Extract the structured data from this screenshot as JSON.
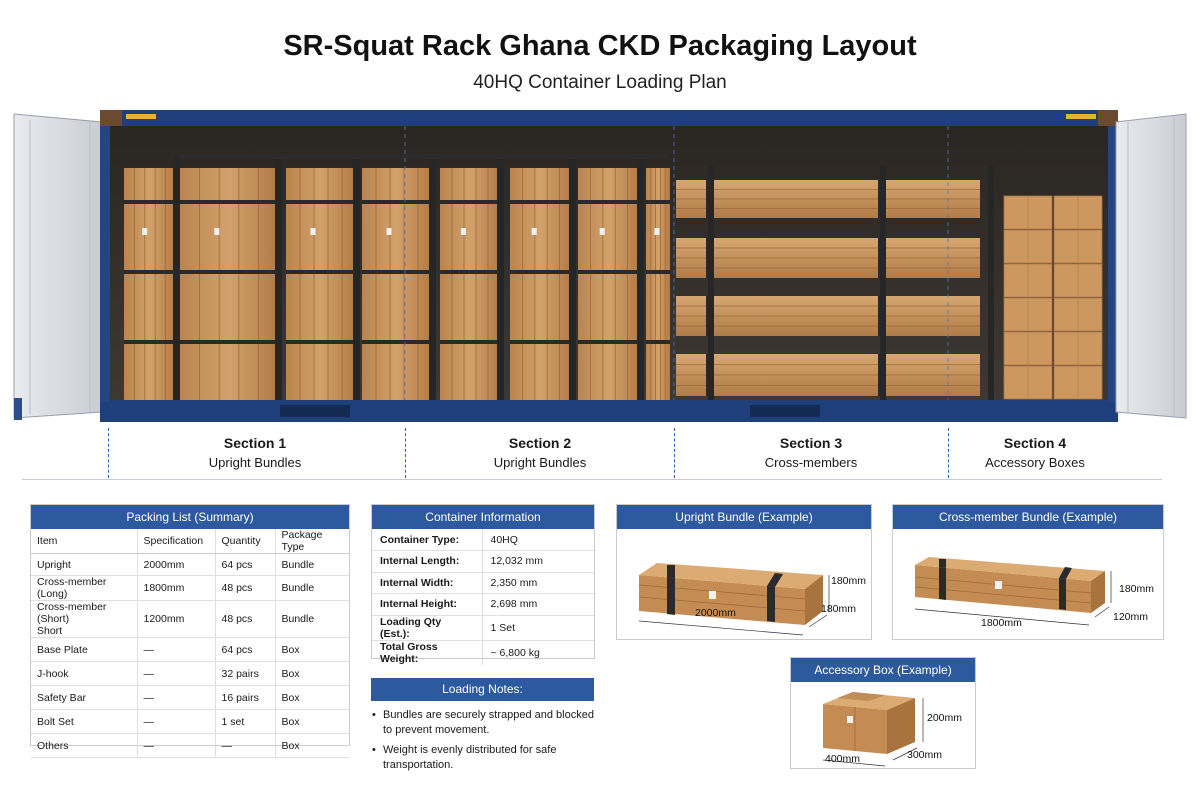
{
  "header": {
    "title": "SR-Squat Rack Ghana CKD Packaging Layout",
    "subtitle": "40HQ Container Loading Plan"
  },
  "sections": [
    {
      "title": "Section 1",
      "subtitle": "Upright Bundles"
    },
    {
      "title": "Section 2",
      "subtitle": "Upright Bundles"
    },
    {
      "title": "Section 3",
      "subtitle": "Cross-members"
    },
    {
      "title": "Section 4",
      "subtitle": "Accessory Boxes"
    }
  ],
  "packing_list": {
    "title": "Packing List (Summary)",
    "columns": [
      "Item",
      "Specification",
      "Quantity",
      "Package Type"
    ],
    "rows": [
      {
        "item": "Upright",
        "spec": "2000mm",
        "qty": "64 pcs",
        "type": "Bundle"
      },
      {
        "item": "Cross-member (Long)",
        "spec": "1800mm",
        "qty": "48 pcs",
        "type": "Bundle"
      },
      {
        "item": "Cross-member (Short)\nShort",
        "spec": "1200mm",
        "qty": "48 pcs",
        "type": "Bundle"
      },
      {
        "item": "Base Plate",
        "spec": "—",
        "qty": "64 pcs",
        "type": "Box"
      },
      {
        "item": "J-hook",
        "spec": "—",
        "qty": "32 pairs",
        "type": "Box"
      },
      {
        "item": "Safety Bar",
        "spec": "—",
        "qty": "16 pairs",
        "type": "Box"
      },
      {
        "item": "Bolt Set",
        "spec": "—",
        "qty": "1 set",
        "type": "Box"
      },
      {
        "item": "Others",
        "spec": "—",
        "qty": "—",
        "type": "Box"
      }
    ]
  },
  "container_info": {
    "title": "Container Information",
    "rows": [
      {
        "key": "Container Type:",
        "value": "40HQ"
      },
      {
        "key": "Internal Length:",
        "value": "12,032 mm"
      },
      {
        "key": "Internal Width:",
        "value": "2,350 mm"
      },
      {
        "key": "Internal Height:",
        "value": "2,698 mm"
      },
      {
        "key": "Loading Qty (Est.):",
        "value": "1 Set"
      },
      {
        "key": "Total Gross Weight:",
        "value": "~ 6,800 kg"
      }
    ]
  },
  "loading_notes": {
    "title": "Loading Notes:",
    "items": [
      "Bundles are securely strapped and blocked to prevent movement.",
      "Weight is evenly distributed for safe transportation."
    ]
  },
  "upright_bundle": {
    "title": "Upright Bundle (Example)",
    "length": "2000mm",
    "height": "180mm",
    "width": "180mm"
  },
  "cross_bundle": {
    "title": "Cross-member Bundle (Example)",
    "length": "1800mm",
    "height": "180mm",
    "width": "120mm"
  },
  "accessory_box": {
    "title": "Accessory Box (Example)",
    "length": "400mm",
    "height": "200mm",
    "width": "300mm"
  },
  "colors": {
    "accent": "#2d5a9e",
    "container_blue": "#1f3f7a",
    "cardboard": "#c8935a",
    "strap": "#2a2a2a"
  }
}
